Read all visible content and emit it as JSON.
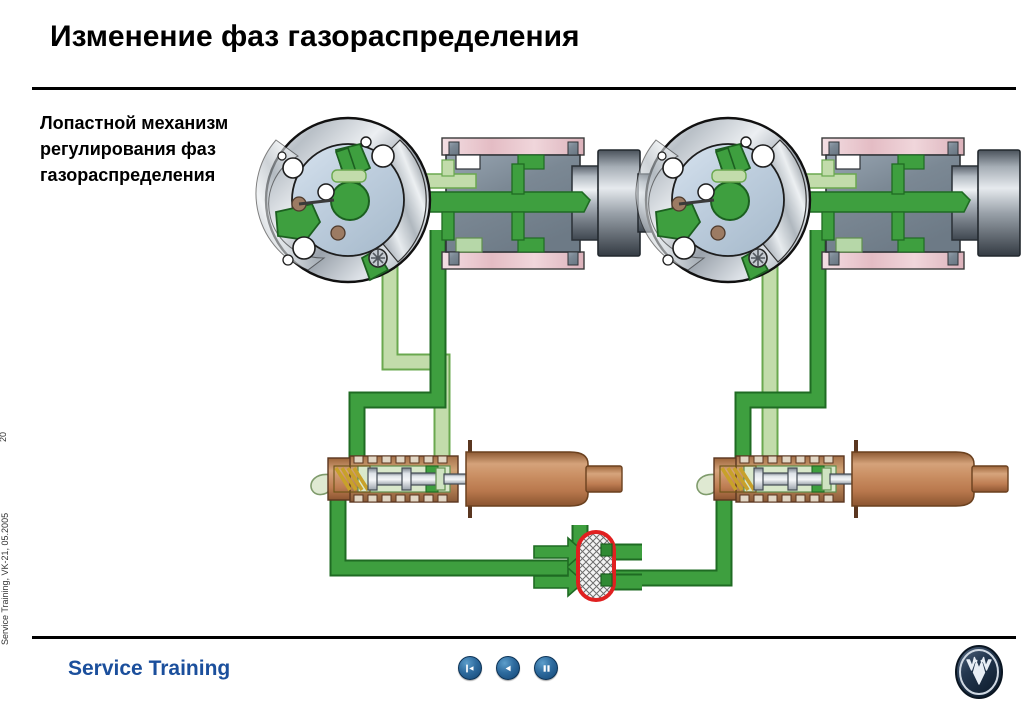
{
  "slide": {
    "title": "Изменение фаз газораспределения",
    "caption": "Лопастной механизм регулирования фаз газораспределения",
    "page_number": "20",
    "credit": "Service Training, VK-21, 05.2005"
  },
  "footer": {
    "brand": "Service Training",
    "nav": [
      {
        "name": "replay-button",
        "icon": "replay-icon"
      },
      {
        "name": "previous-button",
        "icon": "previous-icon"
      },
      {
        "name": "pause-button",
        "icon": "pause-icon"
      }
    ],
    "logo": "volkswagen-logo"
  },
  "colors": {
    "oil_green": "#3e9f3f",
    "oil_green_dark": "#1f6b23",
    "oil_green_light": "#b6d7a8",
    "oil_green_light_edge": "#6aa84f",
    "metal_grey": "#8e8e93",
    "metal_light": "#c9d3dd",
    "housing_blue_grey": "#7a8896",
    "gasket_pink": "#ecc9cf",
    "copper": "#c08457",
    "copper_dark": "#8a5a36",
    "brass": "#c8a12a",
    "filter_red": "#e02020",
    "accent_blue": "#1b4f9c",
    "rule_black": "#000000"
  },
  "diagram": {
    "name": "vane-type-camshaft-adjuster-hydraulic-schematic",
    "units": [
      {
        "name": "camshaft-adjuster-left",
        "sprocket_label": "vane-rotor-sprocket",
        "vane_count": "3",
        "camshaft_label": "camshaft-journal",
        "control_valve_label": "oil-control-valve-left"
      },
      {
        "name": "camshaft-adjuster-right",
        "sprocket_label": "vane-rotor-sprocket",
        "vane_count": "3",
        "camshaft_label": "camshaft-journal",
        "control_valve_label": "oil-control-valve-right"
      }
    ],
    "oil_filter": {
      "name": "oil-supply-strainer",
      "inlet_arrows": "2"
    }
  }
}
